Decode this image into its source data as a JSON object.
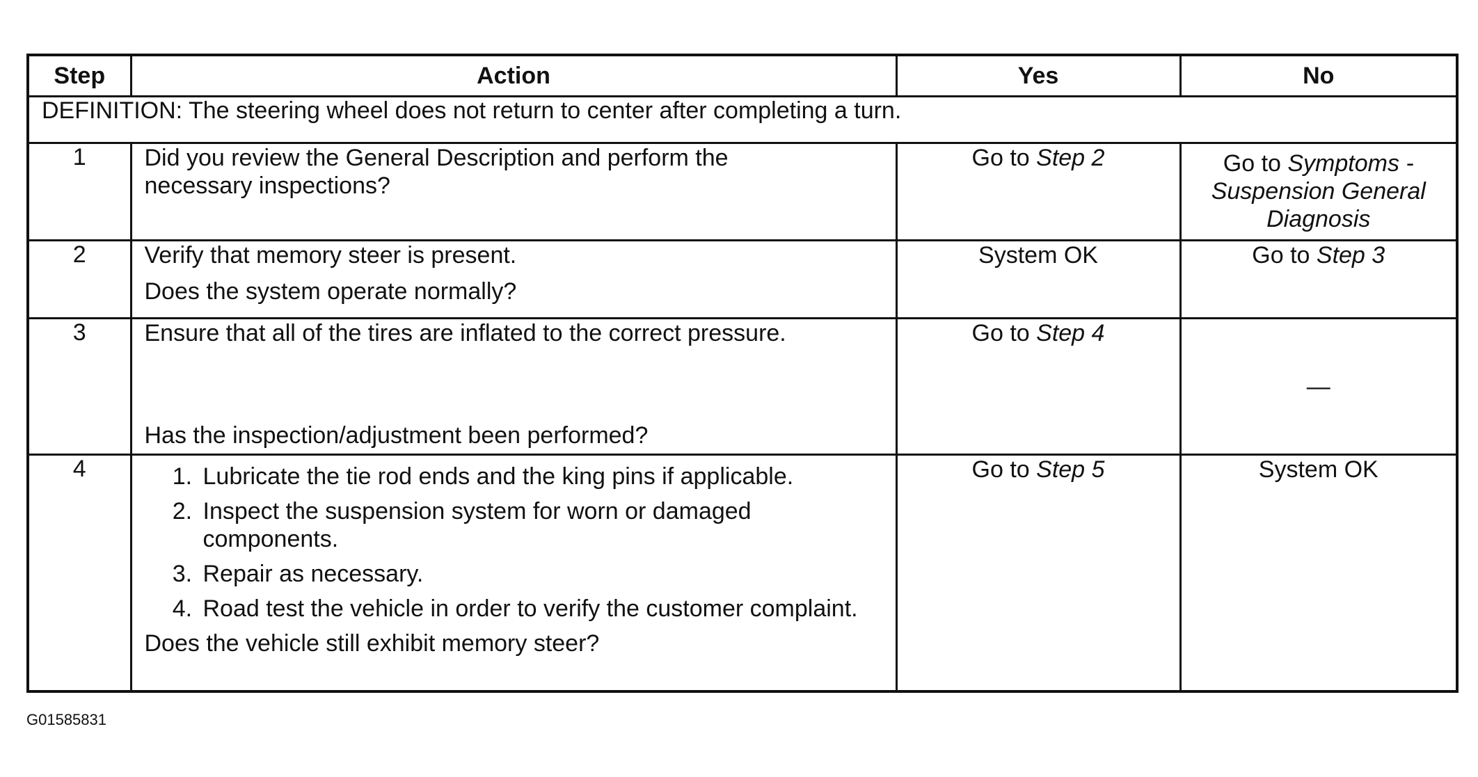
{
  "header": {
    "step": "Step",
    "action": "Action",
    "yes": "Yes",
    "no": "No"
  },
  "definition": "DEFINITION: The steering wheel does not return to center after completing a turn.",
  "rows": [
    {
      "step": "1",
      "action": [
        "Did you review the General Description and perform the",
        "necessary inspections?"
      ],
      "yes_prefix": "Go to ",
      "yes_ref": "Step 2",
      "no_prefix": "Go to ",
      "no_ref_1": "Symptoms -",
      "no_ref_2": "Suspension General",
      "no_ref_3": "Diagnosis"
    },
    {
      "step": "2",
      "action": [
        "Verify that memory steer is present.",
        "Does the system operate normally?"
      ],
      "yes": "System OK",
      "no_prefix": "Go to ",
      "no_ref": "Step 3"
    },
    {
      "step": "3",
      "action": [
        "Ensure that all of the tires are inflated to the correct pressure.",
        "Has the inspection/adjustment been performed?"
      ],
      "yes_prefix": "Go to ",
      "yes_ref": "Step 4",
      "no": "—"
    },
    {
      "step": "4",
      "substeps": [
        "Lubricate the tie rod ends and the king pins if applicable.",
        "Inspect the suspension system for worn or damaged components.",
        "Repair as necessary.",
        "Road test the vehicle in order to verify the customer complaint."
      ],
      "question": "Does the vehicle still exhibit memory steer?",
      "yes_prefix": "Go to ",
      "yes_ref": "Step 5",
      "no": "System OK"
    }
  ],
  "figure_id": "G01585831"
}
